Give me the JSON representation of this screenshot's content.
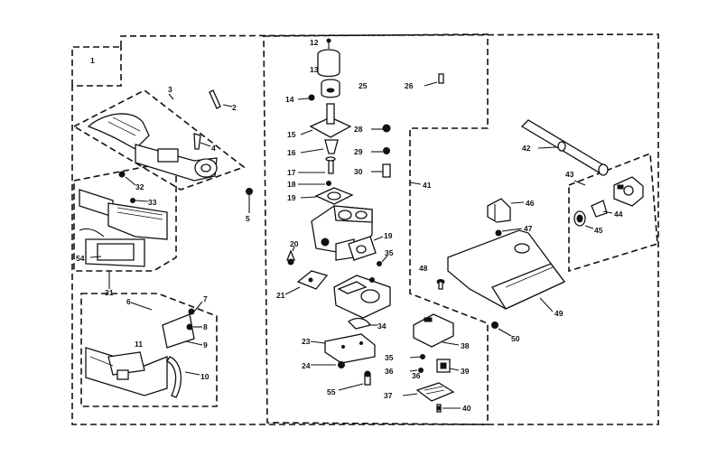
{
  "diagram": {
    "labels": {
      "1": "1",
      "2": "2",
      "3": "3",
      "4": "4",
      "5": "5",
      "6": "6",
      "7": "7",
      "8": "8",
      "9": "9",
      "10": "10",
      "11": "11",
      "12": "12",
      "13": "13",
      "14": "14",
      "15": "15",
      "16": "16",
      "17": "17",
      "18": "18",
      "19a": "19",
      "19b": "19",
      "20": "20",
      "21": "21",
      "23": "23",
      "24": "24",
      "25": "25",
      "26": "26",
      "28": "28",
      "29": "29",
      "30": "30",
      "31": "31",
      "32": "32",
      "33": "33",
      "34": "34",
      "35a": "35",
      "35b": "35",
      "36a": "36",
      "36b": "36",
      "37": "37",
      "38": "38",
      "39": "39",
      "40": "40",
      "41": "41",
      "42": "42",
      "43": "43",
      "44": "44",
      "45": "45",
      "46": "46",
      "47": "47",
      "48": "48",
      "49": "49",
      "50": "50",
      "54": "54",
      "55": "55"
    }
  }
}
